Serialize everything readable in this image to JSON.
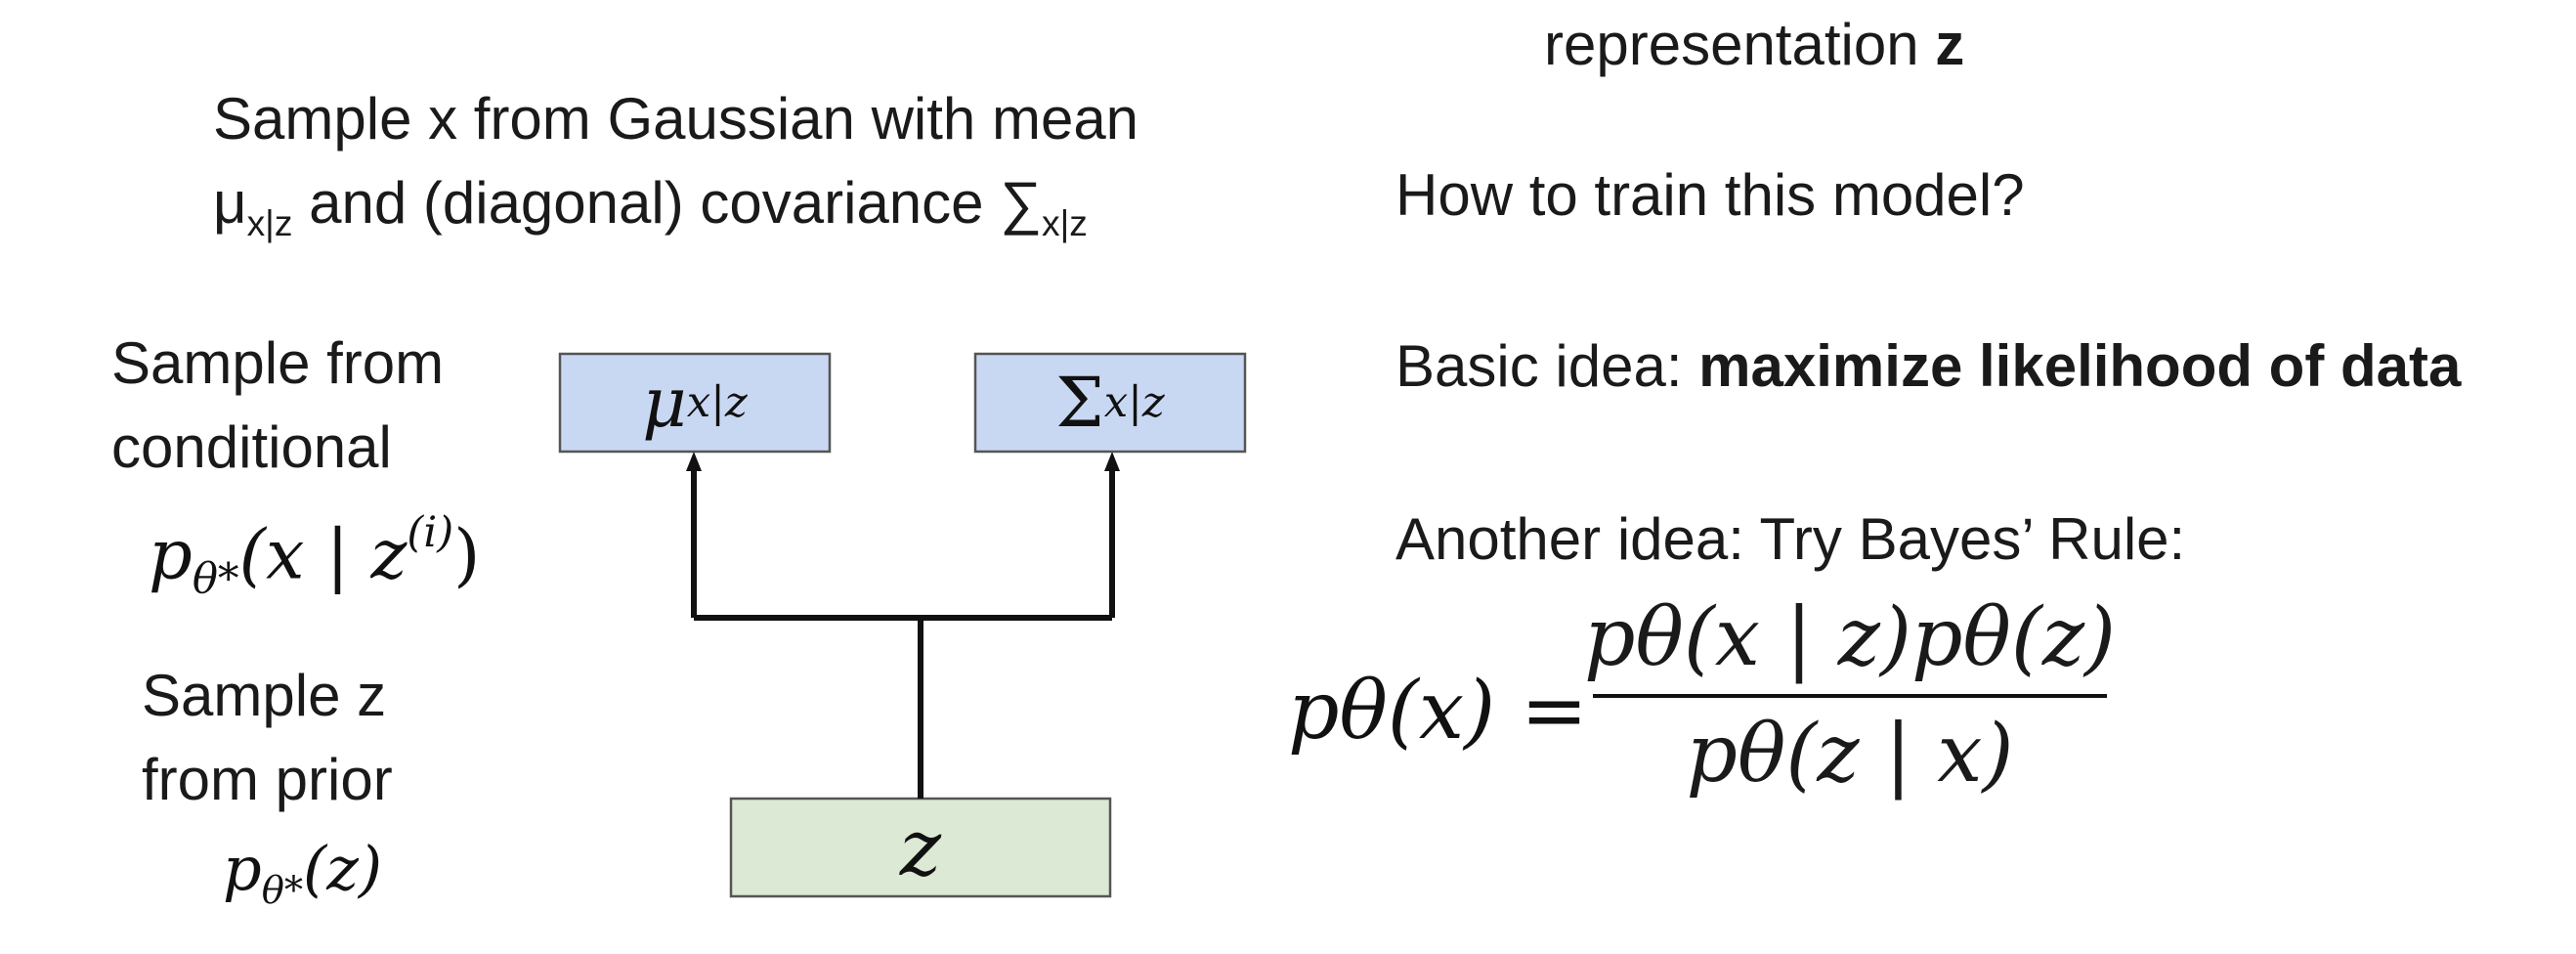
{
  "left": {
    "gaussian_line1": "Sample x from Gaussian with mean",
    "gaussian_line2_prefix": "μ",
    "gaussian_line2_sub1": "x|z",
    "gaussian_line2_middle": " and (diagonal) covariance ∑",
    "gaussian_line2_sub2": "x|z",
    "conditional_line1": "Sample from",
    "conditional_line2": "conditional",
    "conditional_formula": {
      "p": "p",
      "sub": "θ*",
      "args": "(x | z",
      "sup": "(i)",
      "close": ")"
    },
    "prior_line1": "Sample z",
    "prior_line2": "from prior",
    "prior_formula": {
      "p": "p",
      "sub": "θ*",
      "args": "(z)"
    }
  },
  "diagram": {
    "mu_box": {
      "base": "μ",
      "sub": "x|z"
    },
    "sigma_box": {
      "base": "Σ",
      "sub": "x|z"
    },
    "z_box": {
      "label": "z"
    },
    "colors": {
      "top_box_fill": "#c9d8f2",
      "bottom_box_fill": "#dce9d5",
      "box_border": "#555555",
      "line": "#111111"
    }
  },
  "right": {
    "top_partial_prefix": "representation ",
    "top_partial_bold": "z",
    "question": "How to train this model?",
    "basic_prefix": "Basic idea: ",
    "basic_bold": "maximize likelihood of data",
    "another": "Another idea: Try Bayes’ Rule:",
    "bayes": {
      "lhs": "pθ(x) =",
      "numerator": "pθ(x | z)pθ(z)",
      "denominator": "pθ(z | x)"
    }
  }
}
